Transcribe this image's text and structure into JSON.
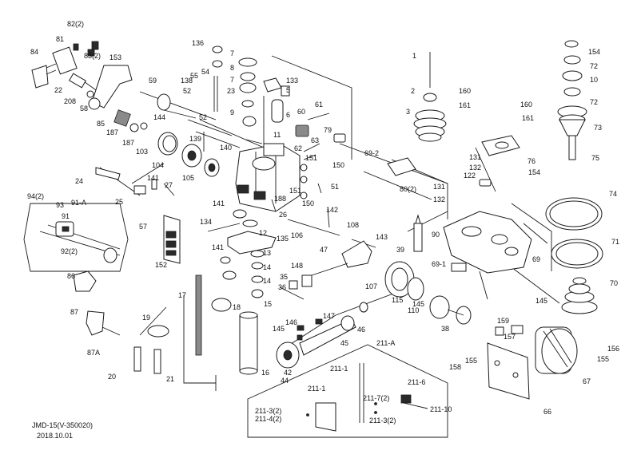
{
  "footer": {
    "model": "JMD-15(V-350020)",
    "date": "2018.10.01"
  },
  "callout": {
    "title": "211-A"
  },
  "labels": [
    "82(2)",
    "81",
    "83(2)",
    "84",
    "153",
    "136",
    "7",
    "55",
    "54",
    "8",
    "138",
    "133",
    "7",
    "59",
    "23",
    "5",
    "22",
    "208",
    "52",
    "58",
    "9",
    "6",
    "60",
    "61",
    "85",
    "144",
    "52",
    "187",
    "187",
    "11",
    "79",
    "103",
    "139",
    "63",
    "62",
    "140",
    "104",
    "69-2",
    "105",
    "151",
    "150",
    "24",
    "141",
    "27",
    "25",
    "188",
    "51",
    "151",
    "150",
    "80(2)",
    "91-A",
    "94(2)",
    "93",
    "91",
    "92(2)",
    "141",
    "134",
    "26",
    "142",
    "57",
    "12",
    "106",
    "108",
    "141",
    "135",
    "152",
    "13",
    "143",
    "14",
    "148",
    "35",
    "86",
    "36",
    "47",
    "14",
    "15",
    "17",
    "18",
    "16",
    "19",
    "87",
    "87A",
    "20",
    "21",
    "147",
    "146",
    "145",
    "45",
    "46",
    "44",
    "42",
    "39",
    "107",
    "115",
    "145",
    "110",
    "38",
    "211-1",
    "211-1",
    "211-3(2)",
    "211-4(2)",
    "211-7(2)",
    "211-6",
    "211-10",
    "211-3(2)",
    "1",
    "2",
    "3",
    "160",
    "161",
    "160",
    "161",
    "131",
    "132",
    "122",
    "131",
    "132",
    "76",
    "154",
    "90",
    "69-1",
    "69",
    "145",
    "154",
    "72",
    "10",
    "72",
    "73",
    "75",
    "74",
    "71",
    "70",
    "159",
    "157",
    "156",
    "155",
    "155",
    "158",
    "67",
    "66"
  ]
}
